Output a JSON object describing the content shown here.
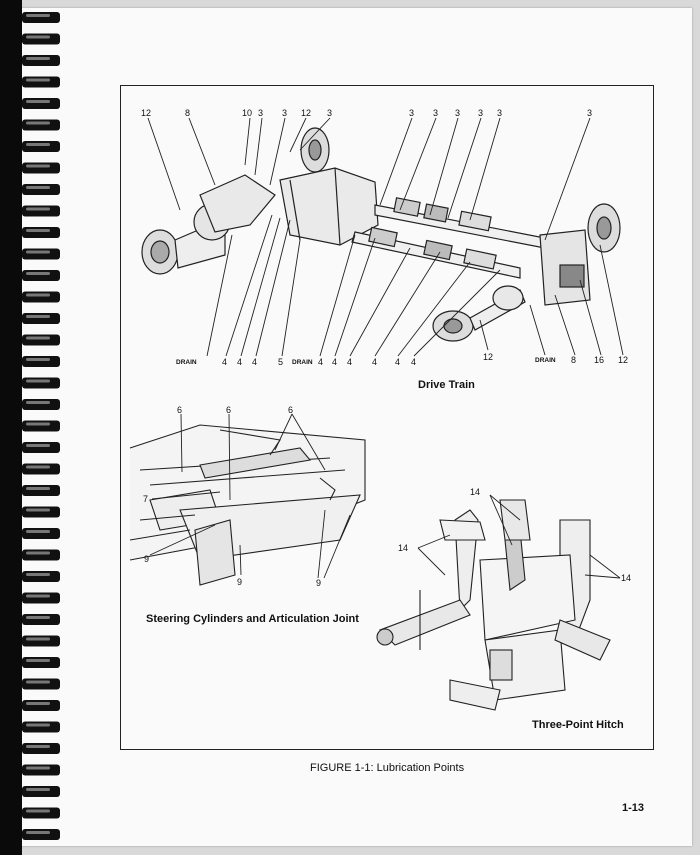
{
  "figure": {
    "caption": "FIGURE 1-1: Lubrication Points",
    "page_number": "1-13"
  },
  "drive_train": {
    "title": "Drive Train",
    "top_labels": [
      "12",
      "8",
      "10",
      "3",
      "3",
      "12",
      "3",
      "3",
      "3",
      "3",
      "3",
      "3",
      "3"
    ],
    "bottom_labels": [
      "DRAIN",
      "4",
      "4",
      "4",
      "5",
      "DRAIN",
      "4",
      "4",
      "4",
      "4",
      "4",
      "4",
      "12",
      "DRAIN",
      "8",
      "16",
      "12"
    ]
  },
  "steering": {
    "title": "Steering Cylinders and Articulation Joint",
    "labels": [
      "6",
      "6",
      "6",
      "7",
      "9",
      "9",
      "9"
    ]
  },
  "hitch": {
    "title": "Three-Point Hitch",
    "labels": [
      "14",
      "14",
      "14"
    ]
  }
}
